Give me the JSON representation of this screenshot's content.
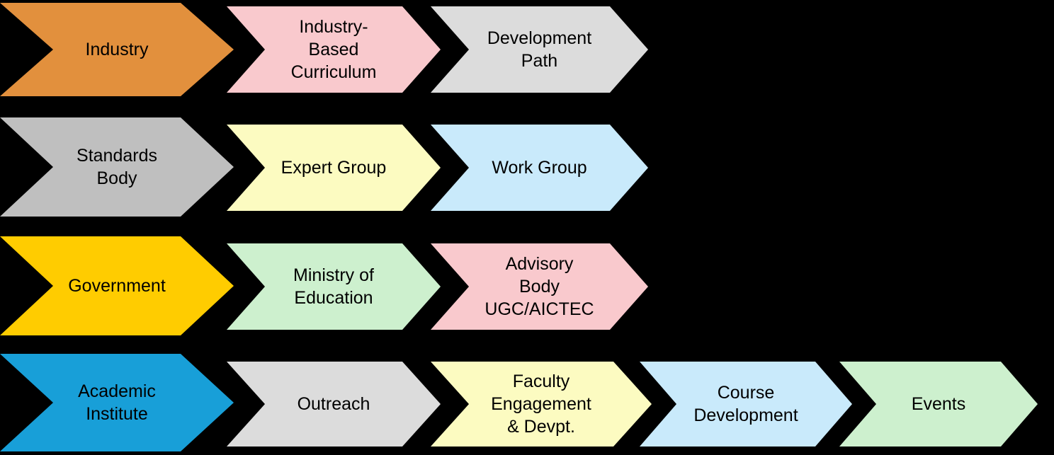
{
  "diagram": {
    "title": "Stakeholder engagement chevron flow diagram",
    "background": "#000000",
    "text_color": "#000000",
    "rows": [
      {
        "name": "industry-row",
        "items": [
          {
            "label": "Industry",
            "fill": "#E2903D"
          },
          {
            "label": "Industry-\nBased\nCurriculum",
            "fill": "#F9C9CD"
          },
          {
            "label": "Development\nPath",
            "fill": "#DCDCDC"
          }
        ]
      },
      {
        "name": "standards-body-row",
        "items": [
          {
            "label": "Standards\nBody",
            "fill": "#BFBFBF"
          },
          {
            "label": "Expert Group",
            "fill": "#FCFBC1"
          },
          {
            "label": "Work Group",
            "fill": "#C9EAFB"
          }
        ]
      },
      {
        "name": "government-row",
        "items": [
          {
            "label": "Government",
            "fill": "#FFCC00"
          },
          {
            "label": "Ministry of\nEducation",
            "fill": "#CDF0CE"
          },
          {
            "label": "Advisory\nBody\nUGC/AICTEC",
            "fill": "#F9C9CD"
          }
        ]
      },
      {
        "name": "academic-institute-row",
        "items": [
          {
            "label": "Academic\nInstitute",
            "fill": "#189FD8"
          },
          {
            "label": "Outreach",
            "fill": "#DCDCDC"
          },
          {
            "label": "Faculty\nEngagement\n& Devpt.",
            "fill": "#FCFBC1"
          },
          {
            "label": "Course\nDevelopment",
            "fill": "#C9EAFB"
          },
          {
            "label": "Events",
            "fill": "#CDF0CE"
          }
        ]
      }
    ]
  }
}
